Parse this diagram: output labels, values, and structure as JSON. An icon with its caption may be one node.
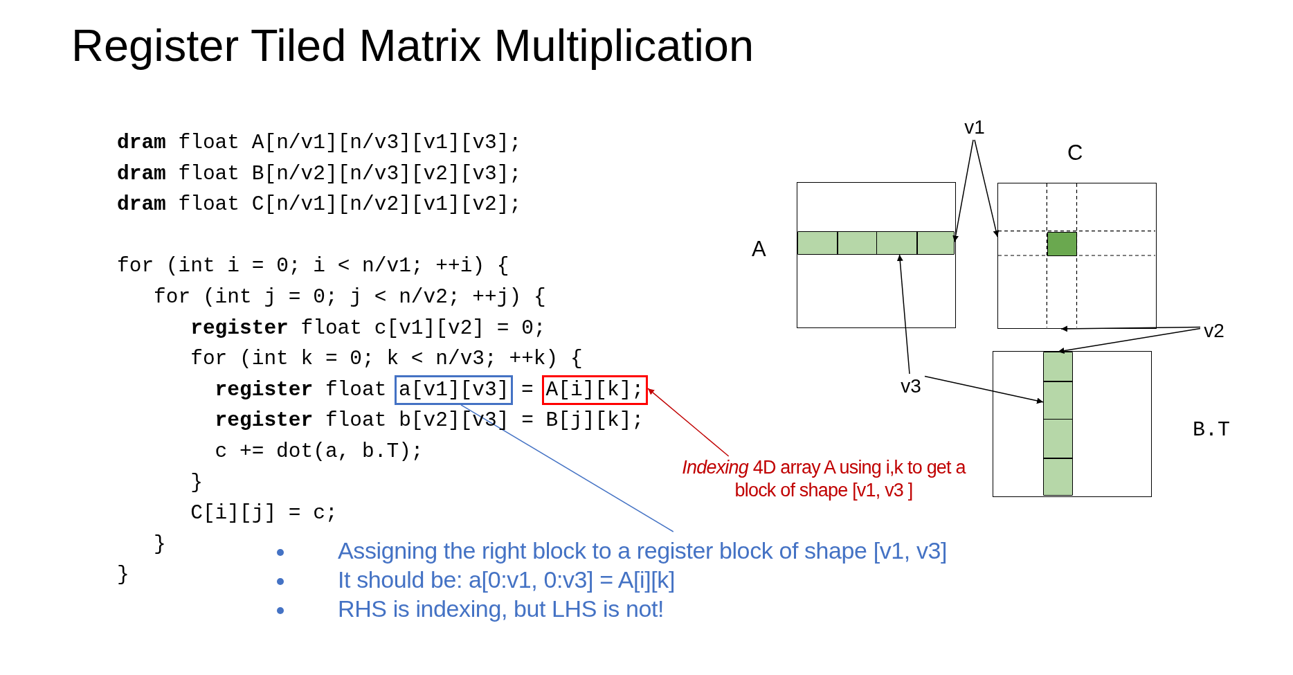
{
  "diagram": {
    "title": "Register Tiled Matrix Multiplication",
    "nodes": [
      {
        "text": [
          "a[v1][v3]"
        ]
      },
      {
        "text": [
          "A[i][k];"
        ]
      },
      {
        "text": [
          "*Indexing* 4D array A using i,k to get a block of shape [v1, v3 ]"
        ]
      },
      {
        "text": [
          "Assigning the right block to a register block of shape [v1, v3]",
          "It should be: a[0:v1, 0:v3] = A[i][k]",
          "RHS is indexing, but LHS is not!"
        ]
      },
      {
        "text": [
          "v1"
        ]
      },
      {
        "text": [],
        "shape": "box",
        "beside": [
          "A"
        ]
      },
      {
        "text": [],
        "shape": "bar",
        "in": 5
      },
      {
        "text": [],
        "shape": "box",
        "beside": [
          "C"
        ]
      },
      {
        "text": [],
        "shape": "box",
        "in": 7
      },
      {
        "text": [
          "v2"
        ]
      },
      {
        "text": [
          "v3"
        ]
      },
      {
        "text": [],
        "shape": "box",
        "beside": [
          "B.T"
        ]
      },
      {
        "text": [],
        "shape": "bar",
        "in": 11
      }
    ],
    "edges": [
      {
        "from": 2,
        "to": 1,
        "arrow": "to",
        "color": "#c00000"
      },
      {
        "from": 3,
        "to": 0,
        "arrow": "none",
        "color": "#4472c4"
      },
      {
        "from": 4,
        "to": 6,
        "arrow": "to"
      },
      {
        "from": 4,
        "to": 7,
        "arrow": "to"
      },
      {
        "from": 9,
        "to": 7,
        "arrow": "to"
      },
      {
        "from": 9,
        "to": 12,
        "arrow": "to"
      },
      {
        "from": 10,
        "to": 6,
        "arrow": "to"
      },
      {
        "from": 10,
        "to": 12,
        "arrow": "to"
      }
    ],
    "labels": [
      "**dram** float A[n/v1][n/v3][v1][v3];",
      "**dram** float B[n/v2][n/v3][v2][v3];",
      "**dram** float C[n/v1][n/v2][v1][v2];",
      "for (int i = 0; i < n/v1; ++i) {",
      "for (int j = 0; j < n/v2; ++j) {",
      "**register** float c[v1][v2] = 0;",
      "for (int k = 0; k < n/v3; ++k) {",
      "**register** float",
      "=",
      "**register** float b[v2][v3] = B[j][k];",
      "c += dot(a, b.T);",
      "}",
      "C[i][j] = c;",
      "}",
      "}"
    ]
  }
}
